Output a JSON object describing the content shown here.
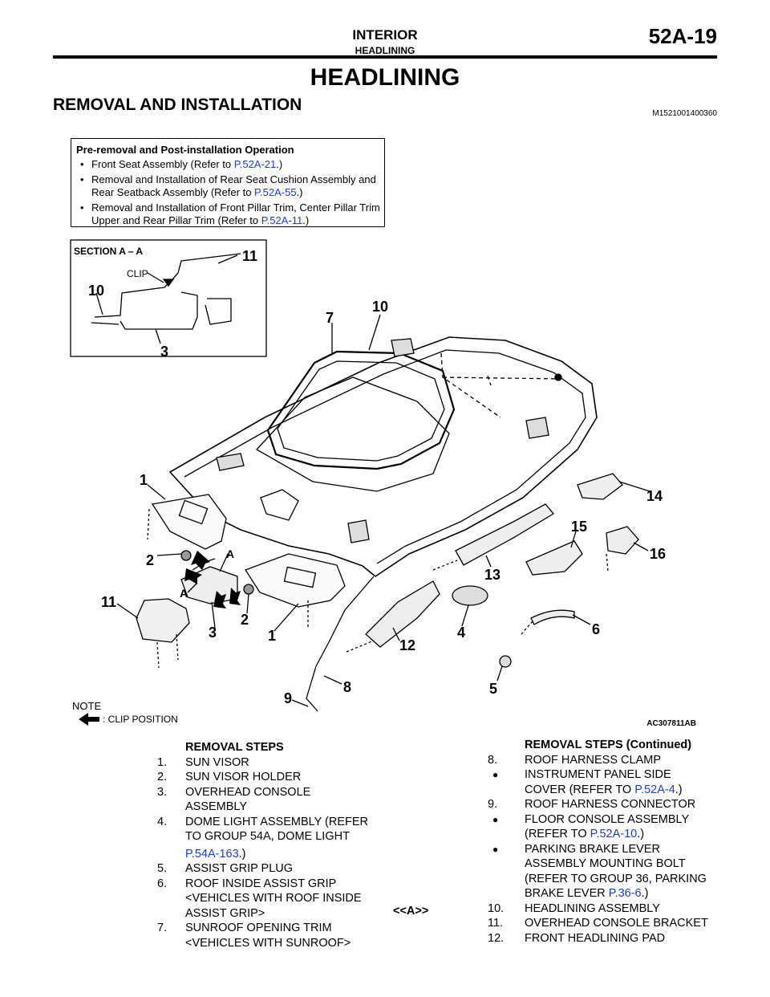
{
  "header": {
    "title": "INTERIOR",
    "subtitle": "HEADLINING",
    "page_number": "52A-19"
  },
  "page_title": "HEADLINING",
  "section_title": "REMOVAL AND INSTALLATION",
  "doc_id": "M1521001400360",
  "pre_box": {
    "heading": "Pre-removal and Post-installation Operation",
    "items": [
      {
        "pre": "Front Seat Assembly (Refer to ",
        "link": "P.52A-21",
        "post": ".)"
      },
      {
        "pre": "Removal and Installation of Rear Seat Cushion Assembly and Rear Seatback Assembly (Refer to ",
        "link": "P.52A-55",
        "post": ".)"
      },
      {
        "pre": "Removal and Installation of Front Pillar Trim, Center Pillar Trim Upper and Rear Pillar Trim (Refer to ",
        "link": "P.52A-11",
        "post": ".)"
      }
    ]
  },
  "diagram": {
    "section_label": "SECTION A – A",
    "clip_label": "CLIP",
    "inset_callouts": [
      "10",
      "11",
      "3"
    ],
    "letter_a": "A",
    "callouts": [
      "1",
      "2",
      "3",
      "1",
      "2",
      "4",
      "5",
      "6",
      "7",
      "8",
      "9",
      "10",
      "11",
      "12",
      "13",
      "14",
      "15",
      "16"
    ],
    "note_label": "NOTE",
    "note_text": ": CLIP POSITION",
    "figure_id": "AC307811AB"
  },
  "steps_left": {
    "heading": "REMOVAL STEPS",
    "items": [
      {
        "num": "1.",
        "lines": [
          "SUN VISOR"
        ]
      },
      {
        "num": "2.",
        "lines": [
          "SUN VISOR HOLDER"
        ]
      },
      {
        "num": "3.",
        "lines": [
          "OVERHEAD CONSOLE",
          "ASSEMBLY"
        ]
      },
      {
        "num": "4.",
        "lines": [
          "DOME LIGHT ASSEMBLY (REFER",
          "TO GROUP 54A, DOME LIGHT"
        ],
        "link": "P.54A-163",
        "post": ".)"
      },
      {
        "num": "5.",
        "lines": [
          "ASSIST GRIP PLUG"
        ]
      },
      {
        "num": "6.",
        "lines": [
          "ROOF INSIDE ASSIST GRIP",
          "<VEHICLES WITH ROOF INSIDE",
          "ASSIST GRIP>"
        ]
      },
      {
        "num": "7.",
        "lines": [
          "SUNROOF OPENING TRIM",
          "<VEHICLES WITH SUNROOF>"
        ]
      }
    ]
  },
  "steps_right": {
    "heading": "REMOVAL STEPS (Continued)",
    "marker": "<<A>>",
    "items": [
      {
        "num": "8.",
        "text": "ROOF HARNESS CLAMP"
      },
      {
        "bullet": true,
        "text": "INSTRUMENT PANEL SIDE",
        "text2_pre": "COVER (REFER TO ",
        "link": "P.52A-4",
        "post": ".)"
      },
      {
        "num": "9.",
        "text": "ROOF HARNESS CONNECTOR"
      },
      {
        "bullet": true,
        "text": "FLOOR CONSOLE ASSEMBLY",
        "text2_pre": "(REFER TO ",
        "link": "P.52A-10",
        "post": ".)"
      },
      {
        "bullet": true,
        "text": "PARKING BRAKE LEVER",
        "text2": "ASSEMBLY MOUNTING BOLT",
        "text3": "(REFER TO GROUP 36, PARKING",
        "text4_pre": "BRAKE LEVER ",
        "link": "P.36-6",
        "post": ".)"
      },
      {
        "num": "10.",
        "text": "HEADLINING ASSEMBLY"
      },
      {
        "num": "11.",
        "text": "OVERHEAD CONSOLE BRACKET"
      },
      {
        "num": "12.",
        "text": "FRONT HEADLINING PAD"
      }
    ]
  }
}
